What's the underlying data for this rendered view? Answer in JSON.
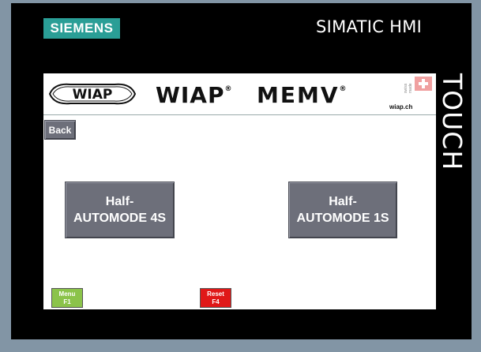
{
  "device": {
    "brand": "SIEMENS",
    "model_title": "SIMATIC HMI",
    "side_label": "TOUCH",
    "brand_color": "#2a9e96"
  },
  "banner": {
    "logo_text": "WIAP",
    "wordmark_1": "WIAP",
    "wordmark_2": "MEMV",
    "registered_mark": "®",
    "url": "wiap.ch",
    "flag_caption": "swiss made"
  },
  "controls": {
    "back_label": "Back",
    "half_4s": {
      "line1": "Half-",
      "line2": "AUTOMODE 4S"
    },
    "half_1s": {
      "line1": "Half-",
      "line2": "AUTOMODE 1S"
    },
    "menu_key": {
      "line1": "Menu",
      "line2": "F1",
      "color": "#8bc34a"
    },
    "reset_key": {
      "line1": "Reset",
      "line2": "F4",
      "color": "#e01818"
    }
  }
}
